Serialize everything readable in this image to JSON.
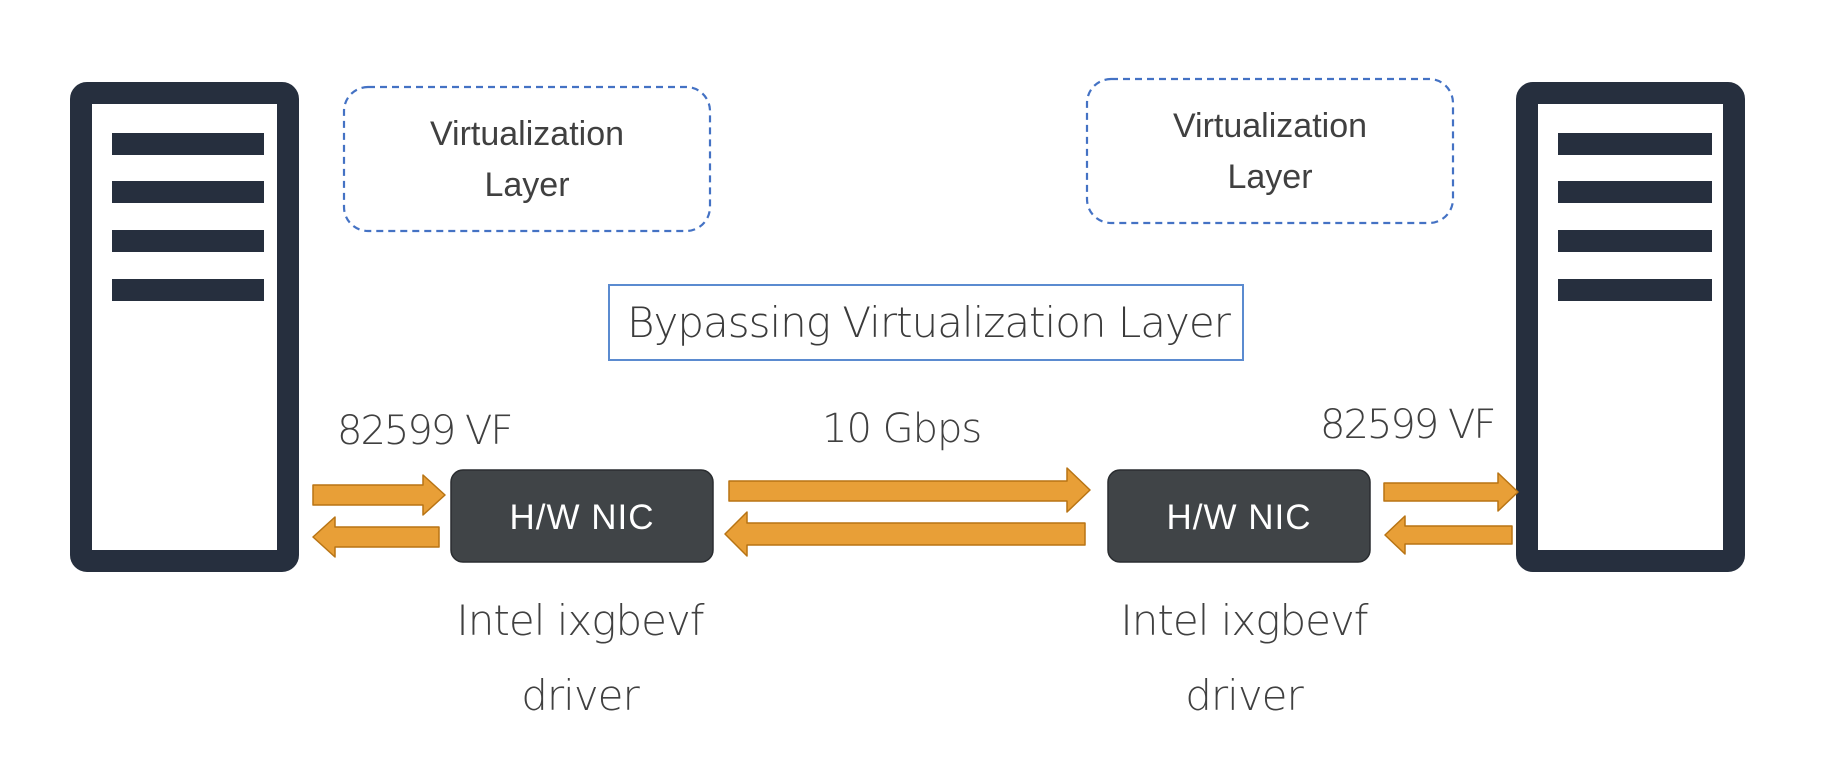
{
  "diagram": {
    "virt_left": {
      "line1": "Virtualization",
      "line2": "Layer"
    },
    "virt_right": {
      "line1": "Virtualization",
      "line2": "Layer"
    },
    "bypass_label": "Bypassing Virtualization Layer",
    "vf_left": "82599 VF",
    "vf_right": "82599 VF",
    "link_speed": "10 Gbps",
    "nic_left": "H/W NIC",
    "nic_right": "H/W NIC",
    "driver_left": {
      "line1": "Intel ixgbevf",
      "line2": "driver"
    },
    "driver_right": {
      "line1": "Intel ixgbevf",
      "line2": "driver"
    }
  },
  "colors": {
    "server": "#262f3e",
    "nic_fill": "#404447",
    "arrow_fill": "#e89f37",
    "arrow_stroke": "#b87414",
    "dashed_border": "#4472c4",
    "bypass_border": "#5b8bd0"
  },
  "icons": {
    "server_left": "server-tower-icon",
    "server_right": "server-tower-icon"
  }
}
